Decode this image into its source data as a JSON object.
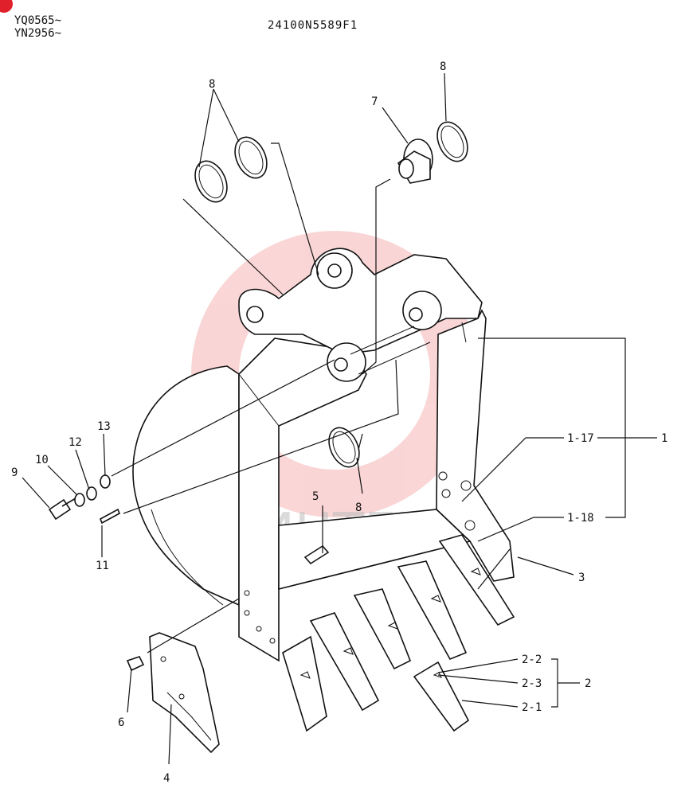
{
  "header": {
    "serial_line_1": "YQ0565~",
    "serial_line_2": "YN2956~",
    "drawing_number": "24100N5589F1"
  },
  "watermark": {
    "text": "ИНТЕХ",
    "color": "#f08a8a"
  },
  "corner_marker_color": "#e0202a",
  "callouts": {
    "c8a": "8",
    "c8b": "8",
    "c8c": "8",
    "c7": "7",
    "c13": "13",
    "c12": "12",
    "c10": "10",
    "c9": "9",
    "c11": "11",
    "c5": "5",
    "c1_17": "1-17",
    "c1": "1",
    "c1_18": "1-18",
    "c3": "3",
    "c2_2": "2-2",
    "c2_3": "2-3",
    "c2": "2",
    "c2_1": "2-1",
    "c6": "6",
    "c4": "4"
  }
}
